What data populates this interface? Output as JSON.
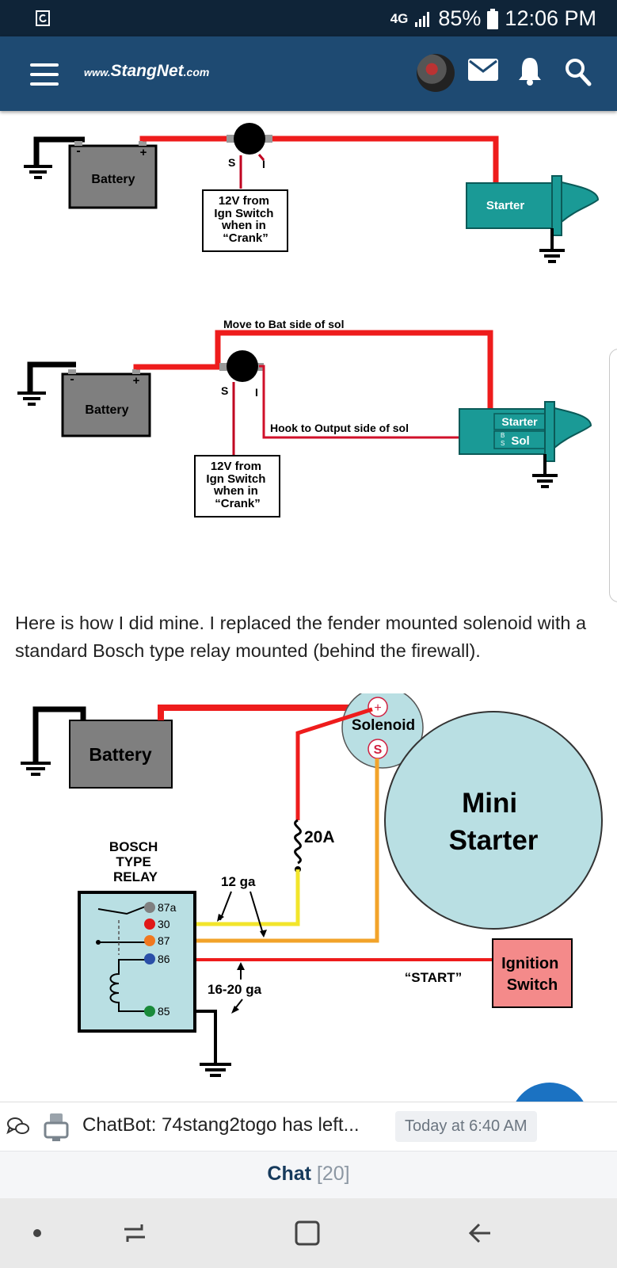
{
  "status_bar": {
    "network": "4G",
    "battery": "85%",
    "time": "12:06 PM"
  },
  "app_bar": {
    "logo_prefix": "www.",
    "logo_name": "StangNet",
    "logo_suffix": ".com",
    "icons": [
      "menu-icon",
      "avatar",
      "mail-icon",
      "bell-icon",
      "search-icon"
    ]
  },
  "diagram1": {
    "battery": "Battery",
    "s": "S",
    "i": "I",
    "note_lines": [
      "12V from",
      "Ign Switch",
      "when in",
      "“Crank”"
    ],
    "starter": "Starter",
    "minus": "-",
    "plus": "+"
  },
  "diagram2": {
    "battery": "Battery",
    "move_label": "Move to Bat side of sol",
    "hook_label": "Hook to Output side of sol",
    "s": "S",
    "i": "I",
    "note_lines": [
      "12V from",
      "Ign Switch",
      "when in",
      "“Crank”"
    ],
    "starter": "Starter",
    "sol": "Sol",
    "b": "B",
    "s_small": "S",
    "minus": "-",
    "plus": "+"
  },
  "post_text": "Here is how I did mine. I replaced the fender mounted solenoid with a standard Bosch type relay mounted (behind the firewall).",
  "diagram3": {
    "battery": "Battery",
    "solenoid": "Solenoid",
    "sol_plus": "+",
    "sol_s": "S",
    "mini": "Mini",
    "starter": "Starter",
    "relay_title": [
      "BOSCH",
      "TYPE",
      "RELAY"
    ],
    "pins": [
      "87a",
      "30",
      "87",
      "86",
      "85"
    ],
    "fuse": "20A",
    "wire_12": "12 ga",
    "wire_16": "16-20 ga",
    "start": "“START”",
    "ignition": [
      "Ignition",
      "Switch"
    ]
  },
  "chat": {
    "message": "ChatBot: 74stang2togo has left...",
    "time": "Today at 6:40 AM",
    "label": "Chat",
    "count": "[20]"
  },
  "colors": {
    "status_bar": "#0f2438",
    "app_bar": "#1e4a72",
    "wire_red": "#ee1c1c",
    "wire_yellow": "#f2e52b",
    "wire_orange": "#f2a32a",
    "starter_teal": "#1a9a96",
    "battery_gray": "#7f7f7f",
    "mini_starter": "#b9dfe3",
    "ignition_box": "#f48a8a"
  }
}
